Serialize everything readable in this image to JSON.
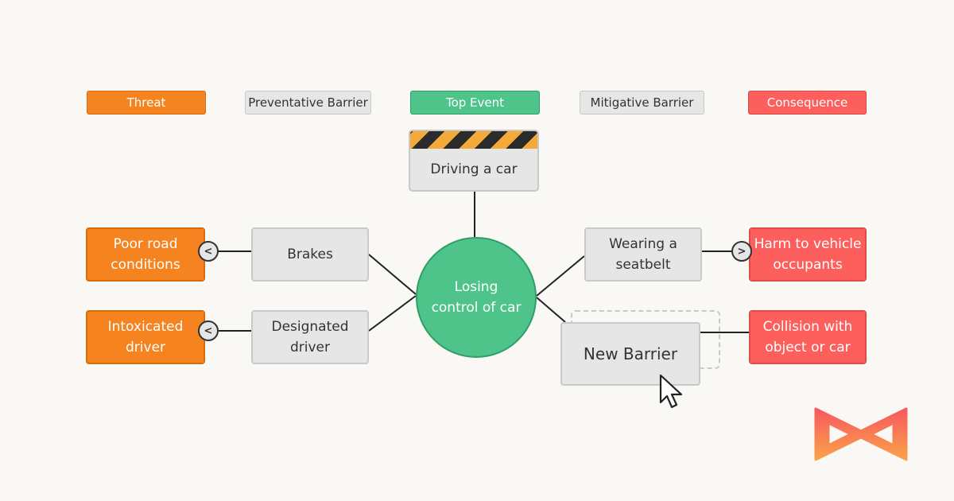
{
  "legend": {
    "threat": "Threat",
    "preventative_barrier": "Preventative Barrier",
    "top_event": "Top Event",
    "mitigative_barrier": "Mitigative Barrier",
    "consequence": "Consequence"
  },
  "hazard": {
    "label": "Driving a car"
  },
  "top_event": {
    "label": "Losing\ncontrol of car"
  },
  "threats": [
    {
      "label": "Poor road\nconditions"
    },
    {
      "label": "Intoxicated\ndriver"
    }
  ],
  "preventative_barriers": [
    {
      "label": "Brakes"
    },
    {
      "label": "Designated\ndriver"
    }
  ],
  "mitigative_barriers": [
    {
      "label": "Wearing a\nseatbelt"
    },
    {
      "label": "New Barrier"
    }
  ],
  "consequences": [
    {
      "label": "Harm to vehicle\noccupants"
    },
    {
      "label": "Collision with\nobject or car"
    }
  ],
  "collapse_toggles": {
    "left_symbol": "<",
    "right_symbol": ">"
  },
  "colors": {
    "threat": "#f5831f",
    "barrier": "#e6e6e6",
    "top_event": "#4ec48a",
    "consequence": "#fd5f5c",
    "hazard_stripe": "#f5a93a"
  },
  "icons": {
    "cursor": "mouse-pointer-icon",
    "logo": "bowtie-logo-icon"
  }
}
